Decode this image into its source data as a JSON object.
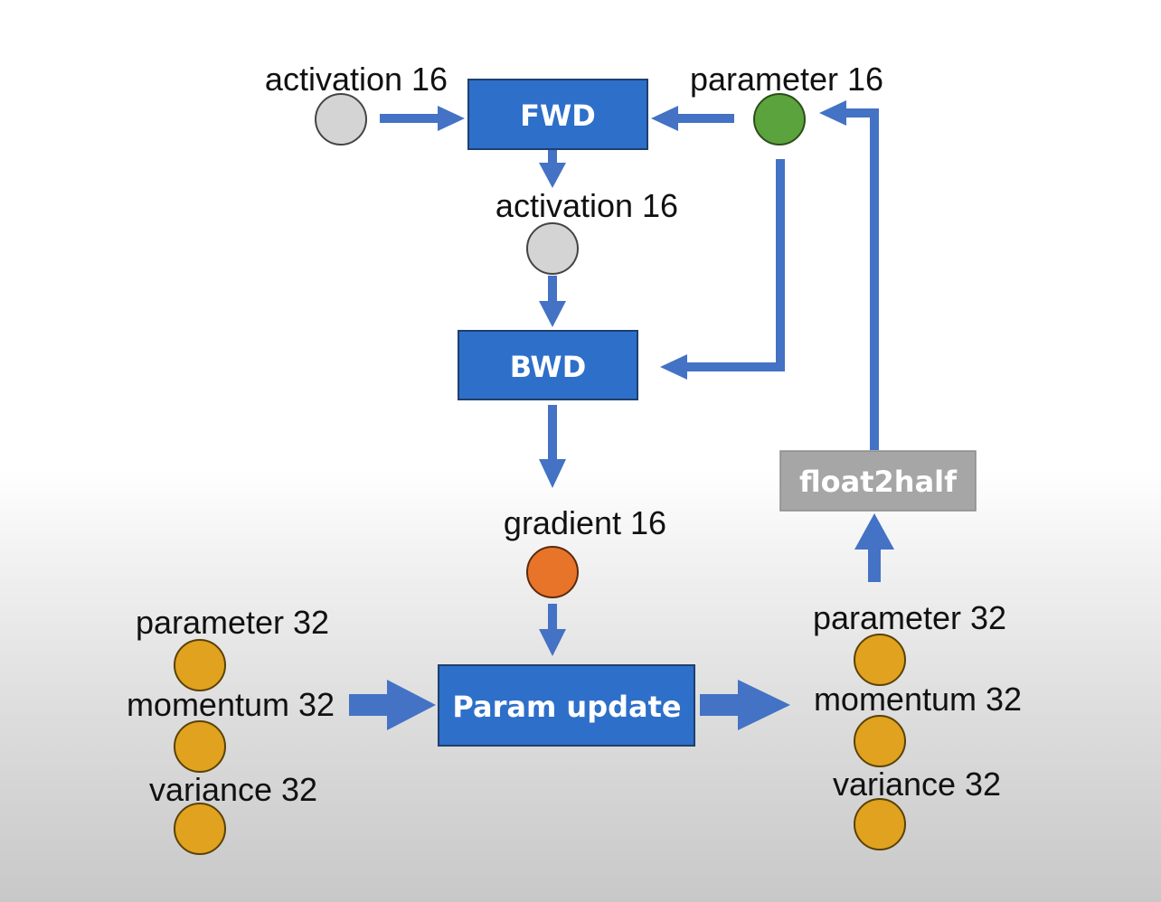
{
  "colors": {
    "arrow": "#4472C4",
    "box_fill": "#2E6FC9",
    "box_stroke": "#1F3F6E",
    "gray_box": "#A6A6A6",
    "activation_node": "#D4D4D4",
    "parameter16_node": "#5BA33C",
    "gradient_node": "#E8742A",
    "fp32_node": "#E0A21F"
  },
  "boxes": {
    "fwd": "FWD",
    "bwd": "BWD",
    "param_update": "Param update",
    "float2half": "float2half"
  },
  "labels": {
    "activation_in": "activation 16",
    "parameter16": "parameter 16",
    "activation_out": "activation 16",
    "gradient": "gradient 16",
    "left_parameter32": "parameter 32",
    "left_momentum32": "momentum 32",
    "left_variance32": "variance 32",
    "right_parameter32": "parameter 32",
    "right_momentum32": "momentum 32",
    "right_variance32": "variance 32"
  },
  "nodes": {
    "activation_in": "activation-node",
    "parameter16": "parameter-fp16-node",
    "activation_out": "activation-node",
    "gradient": "gradient-node",
    "fp32_state": "fp32-state-node"
  }
}
